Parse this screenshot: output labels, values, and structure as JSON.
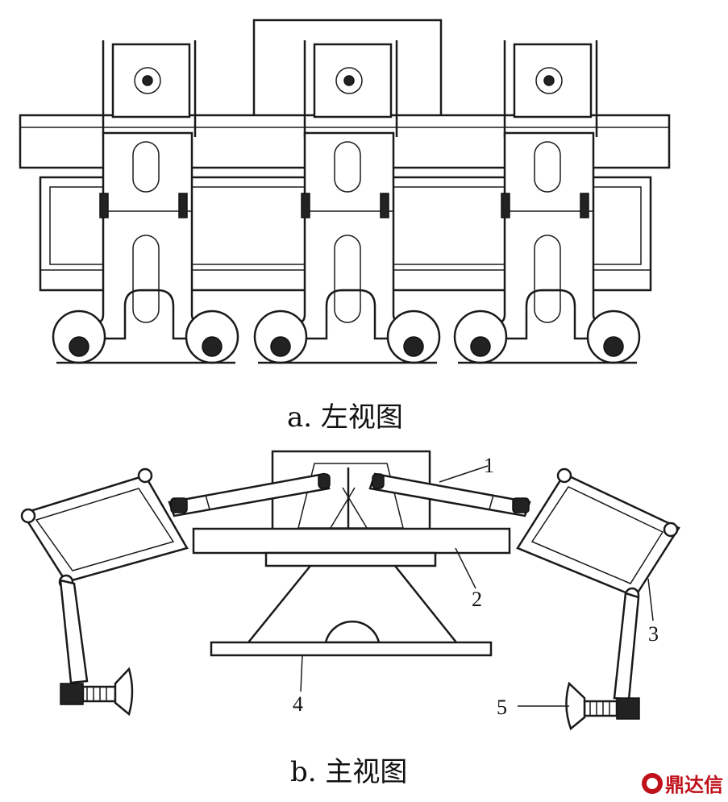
{
  "captions": {
    "a": "a. 左视图",
    "b": "b. 主视图"
  },
  "labels": {
    "l1": "1",
    "l2": "2",
    "l3": "3",
    "l4": "4",
    "l5": "5"
  },
  "watermark": {
    "text": "鼎达信",
    "icon": "logo-icon",
    "color": "#c0111b"
  }
}
